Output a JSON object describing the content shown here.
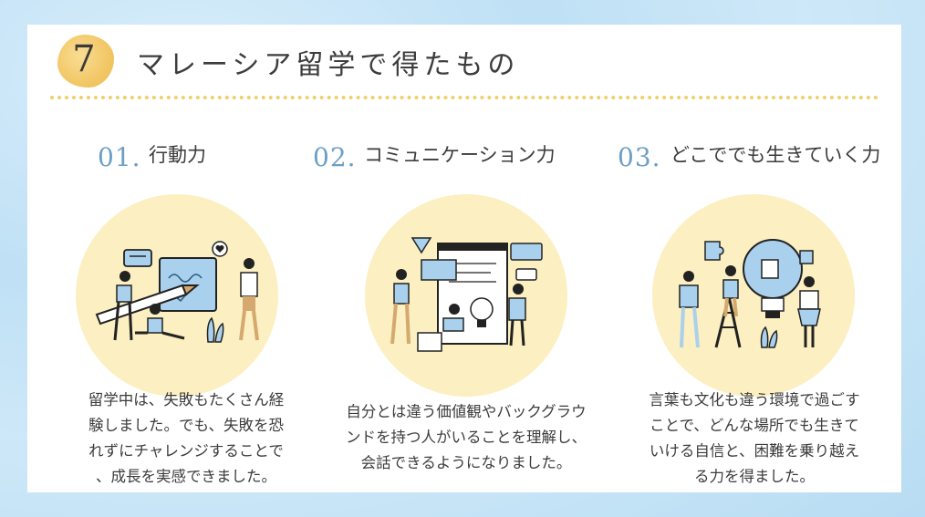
{
  "section_number": "7",
  "title": "マレーシア留学で得たもの",
  "columns": [
    {
      "number": "01.",
      "label": "行動力",
      "description_lines": [
        "留学中は、失敗もたくさん経",
        "験しました。でも、失敗を恐",
        "れずにチャレンジすることで",
        "、成長を実感できました。"
      ]
    },
    {
      "number": "02.",
      "label": "コミュニケーション力",
      "description_lines": [
        "自分とは違う価値観やバックグラウ",
        "ンドを持つ人がいることを理解し、",
        "会話できるようになりました。"
      ]
    },
    {
      "number": "03.",
      "label": "どこででも生きていく力",
      "description_lines": [
        "言葉も文化も違う環境で過ごす",
        "ことで、どんな場所でも生きて",
        "いける自信と、困難を乗り越え",
        "る力を得ました。"
      ]
    }
  ],
  "colors": {
    "accent_yellow": "#f2c766",
    "circle_fill": "#fcefc1",
    "number_blue": "#6c9fc5",
    "illustration_blue": "#a9d0ec",
    "illustration_tan": "#d5a86d"
  },
  "icons": [
    "heart-icon",
    "chat-bubble-icon",
    "puzzle-piece-icon",
    "lightbulb-icon",
    "pencil-icon",
    "ladder-icon",
    "plant-icon"
  ]
}
